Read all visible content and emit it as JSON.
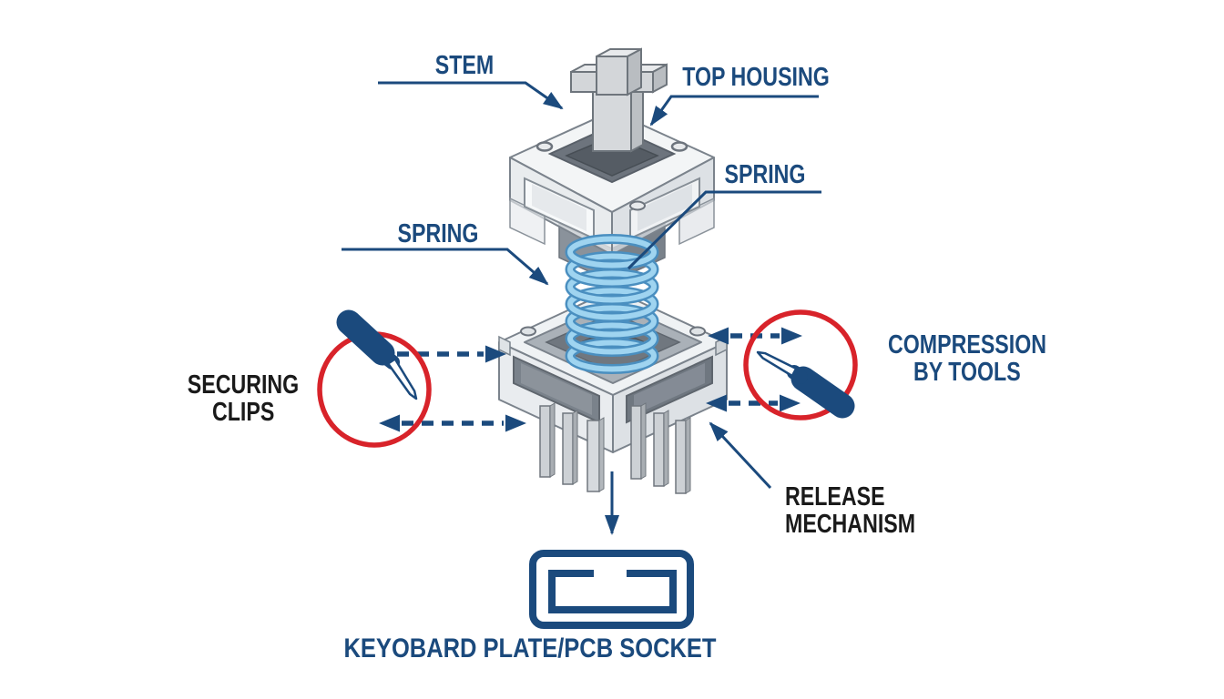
{
  "labels": {
    "stem": "STEM",
    "top_housing": "TOP HOUSING",
    "spring_right": "SPRING",
    "spring_left": "SPRING",
    "securing_clips": {
      "line1": "SECURING",
      "line2": "CLIPS"
    },
    "compression": {
      "line1": "COMPRESSION",
      "line2": "BY TOOLS"
    },
    "release": {
      "line1": "RELEASE",
      "line2": "MECHANISM"
    },
    "socket": "KEYOBARD PLATE/PCB SOCKET"
  },
  "colors": {
    "label_navy": "#1b4a7d",
    "label_black": "#1a1a1a",
    "attention_red": "#d8232a",
    "spring_blue_light": "#9fd4f0",
    "spring_blue_dark": "#4a8fc0",
    "switch_body_gray": "#e9edf0",
    "switch_dark_gray": "#767e87"
  },
  "icons": {
    "left_tool": "screwdriver-icon",
    "right_tool": "screwdriver-icon",
    "socket_symbol": "pcb-socket-icon",
    "down_arrow": "down-arrow-icon"
  }
}
